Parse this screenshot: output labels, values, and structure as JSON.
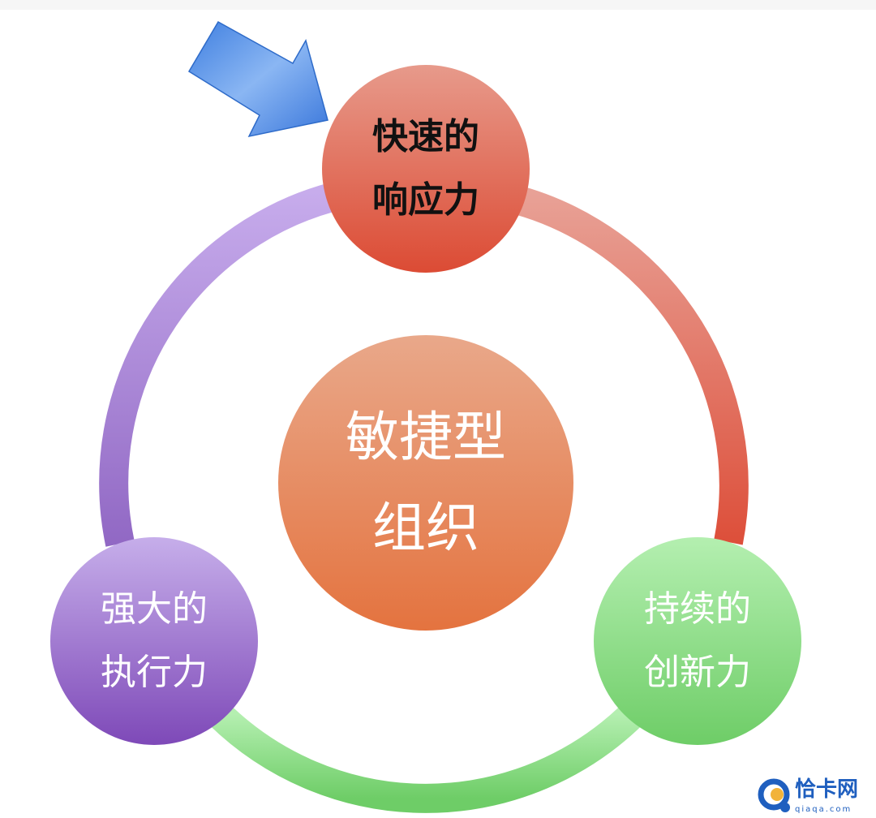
{
  "nodes": {
    "top": {
      "line1": "快速的",
      "line2": "响应力"
    },
    "left": {
      "line1": "强大的",
      "line2": "执行力"
    },
    "right": {
      "line1": "持续的",
      "line2": "创新力"
    },
    "center": {
      "line1": "敏捷型",
      "line2": "组织"
    }
  },
  "watermark": {
    "title": "恰卡网",
    "subtitle": "qiaqa.com"
  },
  "colors": {
    "top": "#e0604a",
    "left": "#9a6fd0",
    "right": "#86d97f",
    "center": "#e88e55",
    "arrow": "#4a8ce6"
  }
}
